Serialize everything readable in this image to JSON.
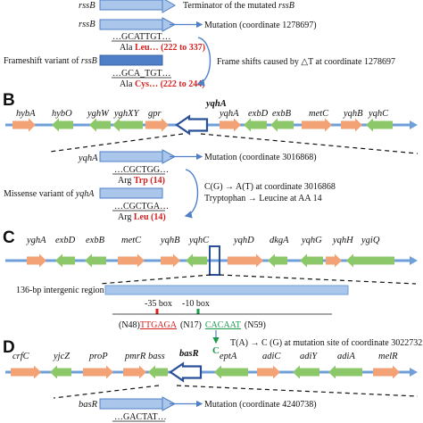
{
  "panel_a": {
    "gene_top": "rssB",
    "terminator_text": "Terminator of the mutated",
    "terminator_gene": "rssB",
    "gene_mid": "rssB",
    "mutation_text": "Mutation (coordinate 1278697)",
    "seq_top": "…GCATTGT…",
    "aa_top_normal": "Ala",
    "aa_top_red": "Leu… (222 to 337)",
    "variant_label": "Frameshift variant of",
    "variant_gene": "rssB",
    "seq_bottom": "…GCA_TGT…",
    "aa_bottom_normal": "Ala",
    "aa_bottom_red": "Cys… (222 to 244)",
    "frameshift_text": "Frame shifts caused by △T at coordinate 1278697"
  },
  "panel_b": {
    "label": "B",
    "genes": [
      "hybA",
      "hybO",
      "yghW",
      "yghXY",
      "gpr",
      "yghA",
      "yqhA",
      "exbD",
      "exbB",
      "metC",
      "yqhB",
      "yqhC"
    ],
    "focus_gene": "yqhA",
    "detail_gene": "yqhA",
    "mutation_text": "Mutation (coordinate 3016868)",
    "seq_top": "…CGCTGG…",
    "aa_top_normal": "Arg",
    "aa_top_red": "Trp (14)",
    "variant_label": "Missense variant of",
    "variant_gene": "yqhA",
    "seq_bottom": "…CGCTGA…",
    "aa_bottom_normal": "Arg",
    "aa_bottom_red": "Leu (14)",
    "change_line1": "C(G) → A(T) at coordinate 3016868",
    "change_line2": "Tryptophan → Leucine at AA 14"
  },
  "panel_c": {
    "label": "C",
    "genes": [
      "yghA",
      "exbD",
      "exbB",
      "metC",
      "yqhB",
      "yqhC",
      "yqhD",
      "dkgA",
      "yqhG",
      "yqhH",
      "ygiQ"
    ],
    "intergenic_label": "136-bp intergenic region",
    "box35": "-35 box",
    "box10": "-10 box",
    "n48": "(N48)",
    "seq35": "TTGAGA",
    "n17": "(N17)",
    "seq10": "CACAAT",
    "n59": "(N59)",
    "new_base": "C",
    "change_text": "T(A) → C (G) at mutation site of coordinate 3022732"
  },
  "panel_d": {
    "label": "D",
    "genes": [
      "crfC",
      "yjcZ",
      "proP",
      "pmrR",
      "bass",
      "basR",
      "eptA",
      "adiC",
      "adiY",
      "adiA",
      "melR"
    ],
    "focus_gene": "basR",
    "detail_gene": "basR",
    "mutation_text": "Mutation (coordinate 4240738)",
    "seq_top": "…GACTAT…"
  },
  "colors": {
    "backbone": "#6f9fd8",
    "orange_gene": "#f2a275",
    "green_gene": "#8cc86a",
    "mutated_bar": "#aac6ea",
    "red": "#d62020",
    "green_text": "#1a9a4a"
  }
}
